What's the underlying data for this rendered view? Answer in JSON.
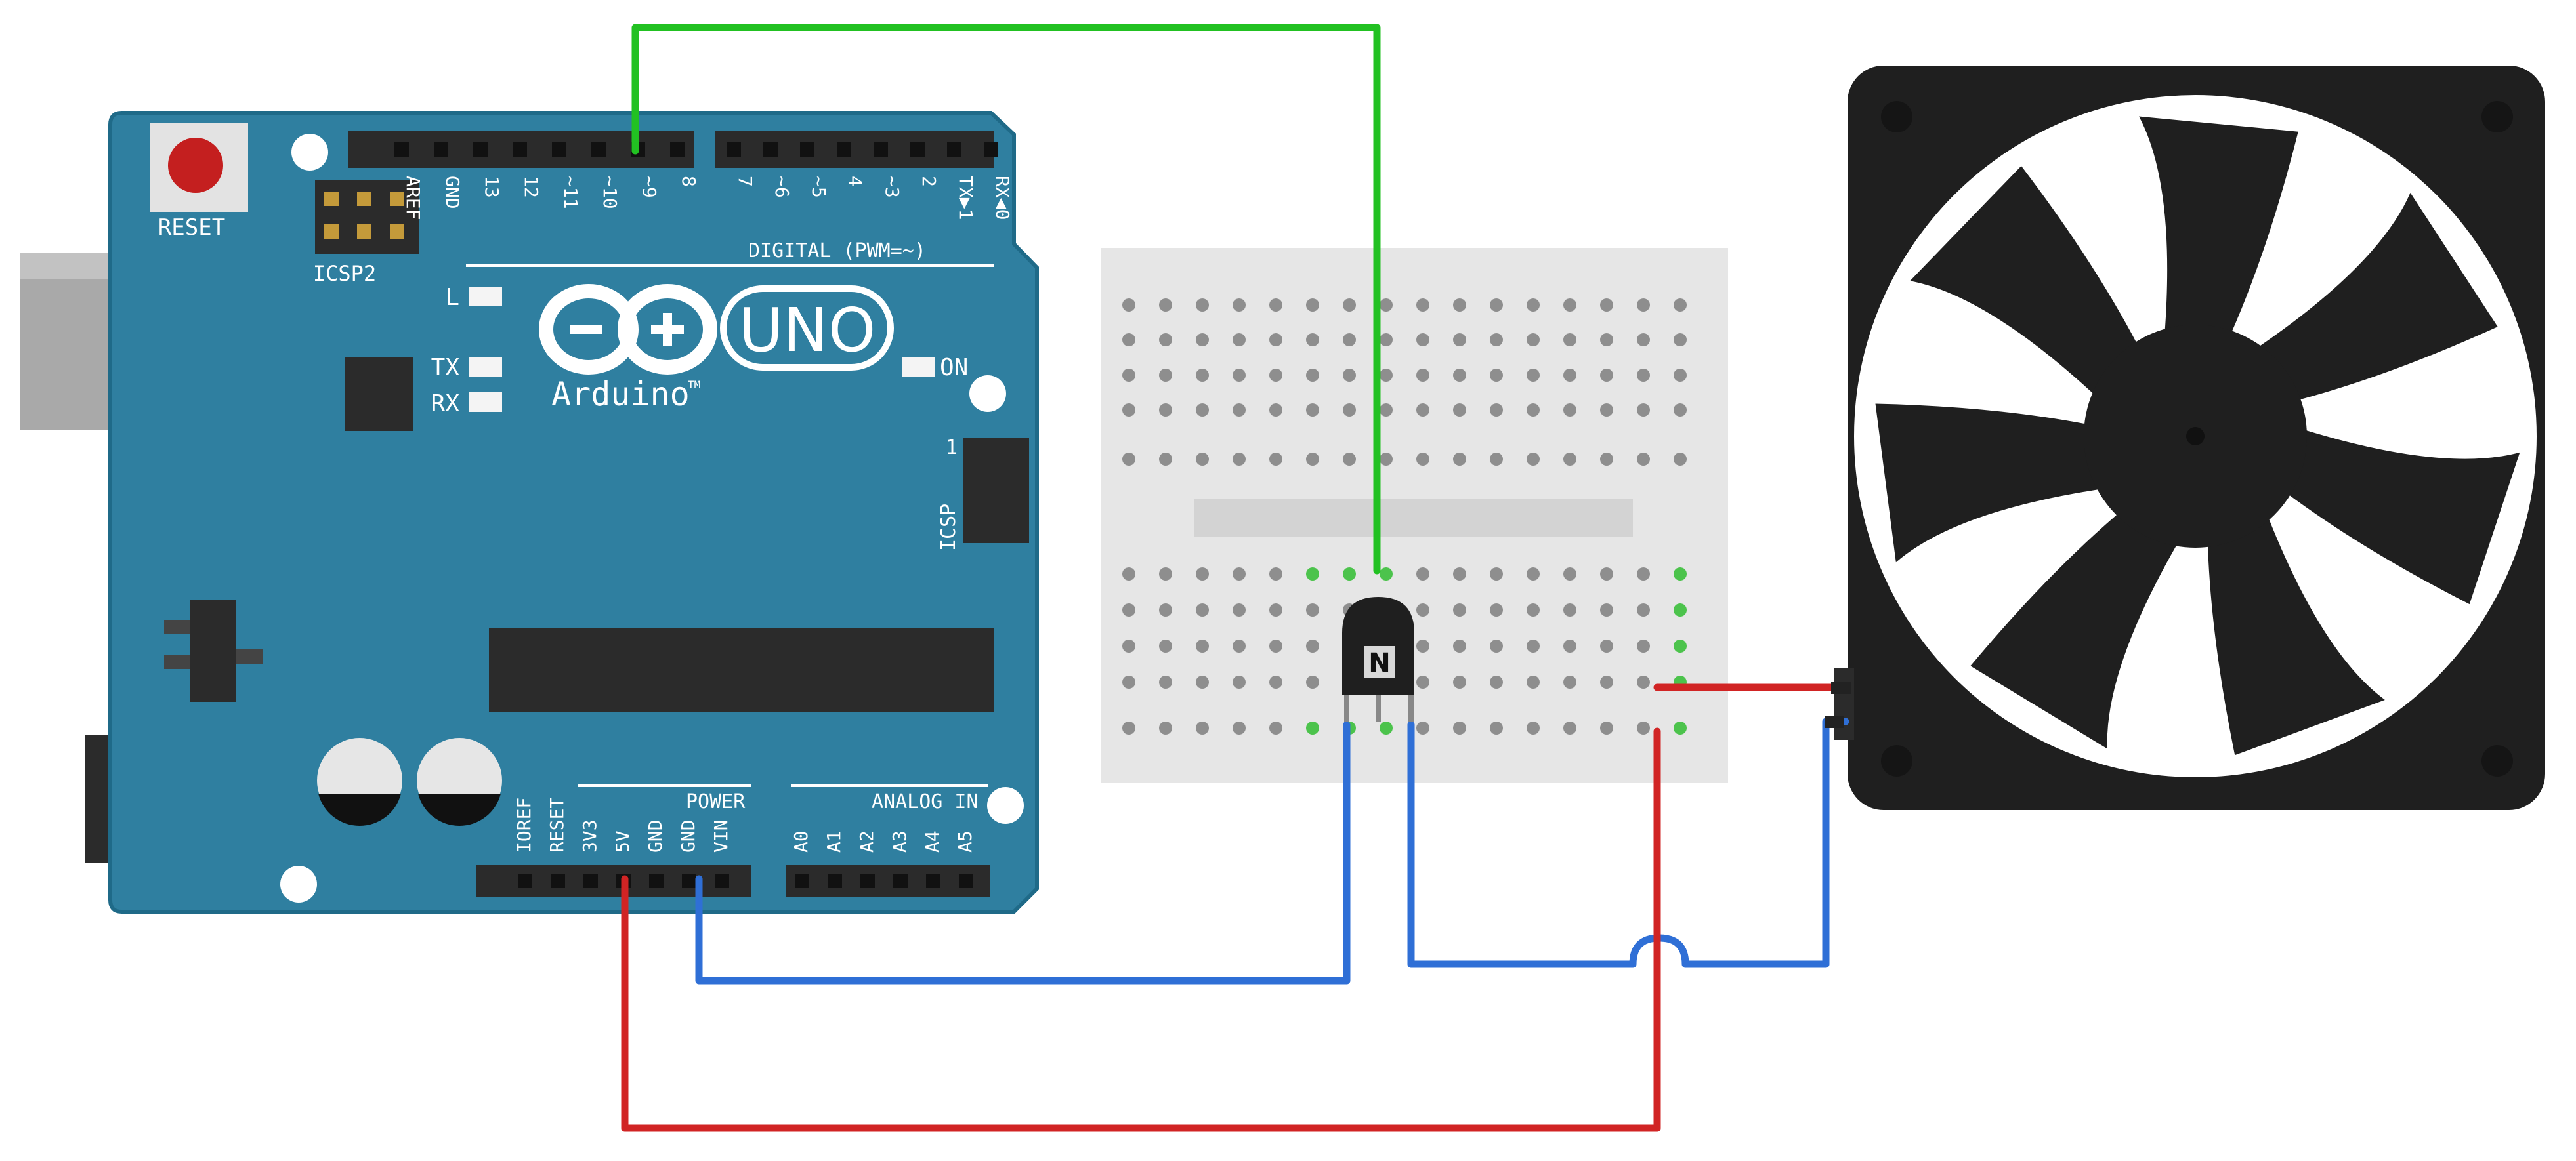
{
  "colors": {
    "board": "#2f7fa0",
    "board_edge": "#1f6a88",
    "header": "#2b2b2b",
    "breadboard": "#e6e6e6",
    "breadboard_hole": "#8e8e8e",
    "active_hole": "#4cc34c",
    "wire_green": "#22c122",
    "wire_red": "#d12424",
    "wire_blue": "#2f6fd6",
    "fan_body": "#1f1f1f",
    "fan_ring": "#ffffff",
    "reset_button": "#c41f1f",
    "silkscreen": "#ffffff"
  },
  "icons": {
    "arduino_logo": "arduino-infinity-logo",
    "transistor": "npn-transistor-icon",
    "fan": "cooling-fan-icon"
  },
  "arduino": {
    "reset_label": "RESET",
    "icsp2_label": "ICSP2",
    "icsp_label": "ICSP",
    "icsp_pin1": "1",
    "digital_label": "DIGITAL (PWM=~)",
    "digital_pins_left": [
      "AREF",
      "GND",
      "13",
      "12",
      "~11",
      "~10",
      "~9",
      "8"
    ],
    "digital_pins_right": [
      "7",
      "~6",
      "~5",
      "4",
      "~3",
      "2",
      "TX▶1",
      "RX◀0"
    ],
    "led_l": "L",
    "led_tx": "TX",
    "led_rx": "RX",
    "on_label": "ON",
    "uno_label": "UNO",
    "brand": "Arduino",
    "tm": "TM",
    "power_label": "POWER",
    "analog_label": "ANALOG IN",
    "power_pins": [
      "IOREF",
      "RESET",
      "3V3",
      "5V",
      "GND",
      "GND",
      "VIN"
    ],
    "analog_pins": [
      "A0",
      "A1",
      "A2",
      "A3",
      "A4",
      "A5"
    ]
  },
  "transistor": {
    "label": "N"
  }
}
